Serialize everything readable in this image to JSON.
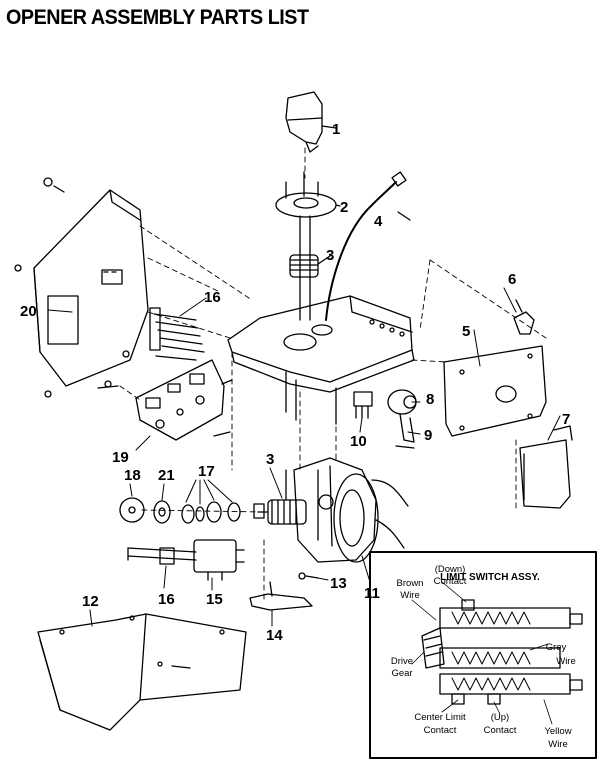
{
  "title": "OPENER ASSEMBLY PARTS LIST",
  "callouts": [
    "1",
    "2",
    "3",
    "4",
    "5",
    "6",
    "7",
    "8",
    "9",
    "10",
    "11",
    "12",
    "13",
    "14",
    "15",
    "16",
    "16",
    "17",
    "18",
    "19",
    "20",
    "21",
    "3"
  ],
  "limit_switch": {
    "title": "LIMIT SWITCH ASSY.",
    "labels": {
      "down_contact_1": "(Down)",
      "down_contact_2": "Contact",
      "brown_1": "Brown",
      "brown_2": "Wire",
      "grey_1": "Grey",
      "grey_2": "Wire",
      "drive_1": "Drive",
      "drive_2": "Gear",
      "center_1": "Center Limit",
      "center_2": "Contact",
      "up_1": "(Up)",
      "up_2": "Contact",
      "yellow_1": "Yellow",
      "yellow_2": "Wire"
    }
  },
  "colors": {
    "ink": "#000000",
    "paper": "#ffffff"
  }
}
